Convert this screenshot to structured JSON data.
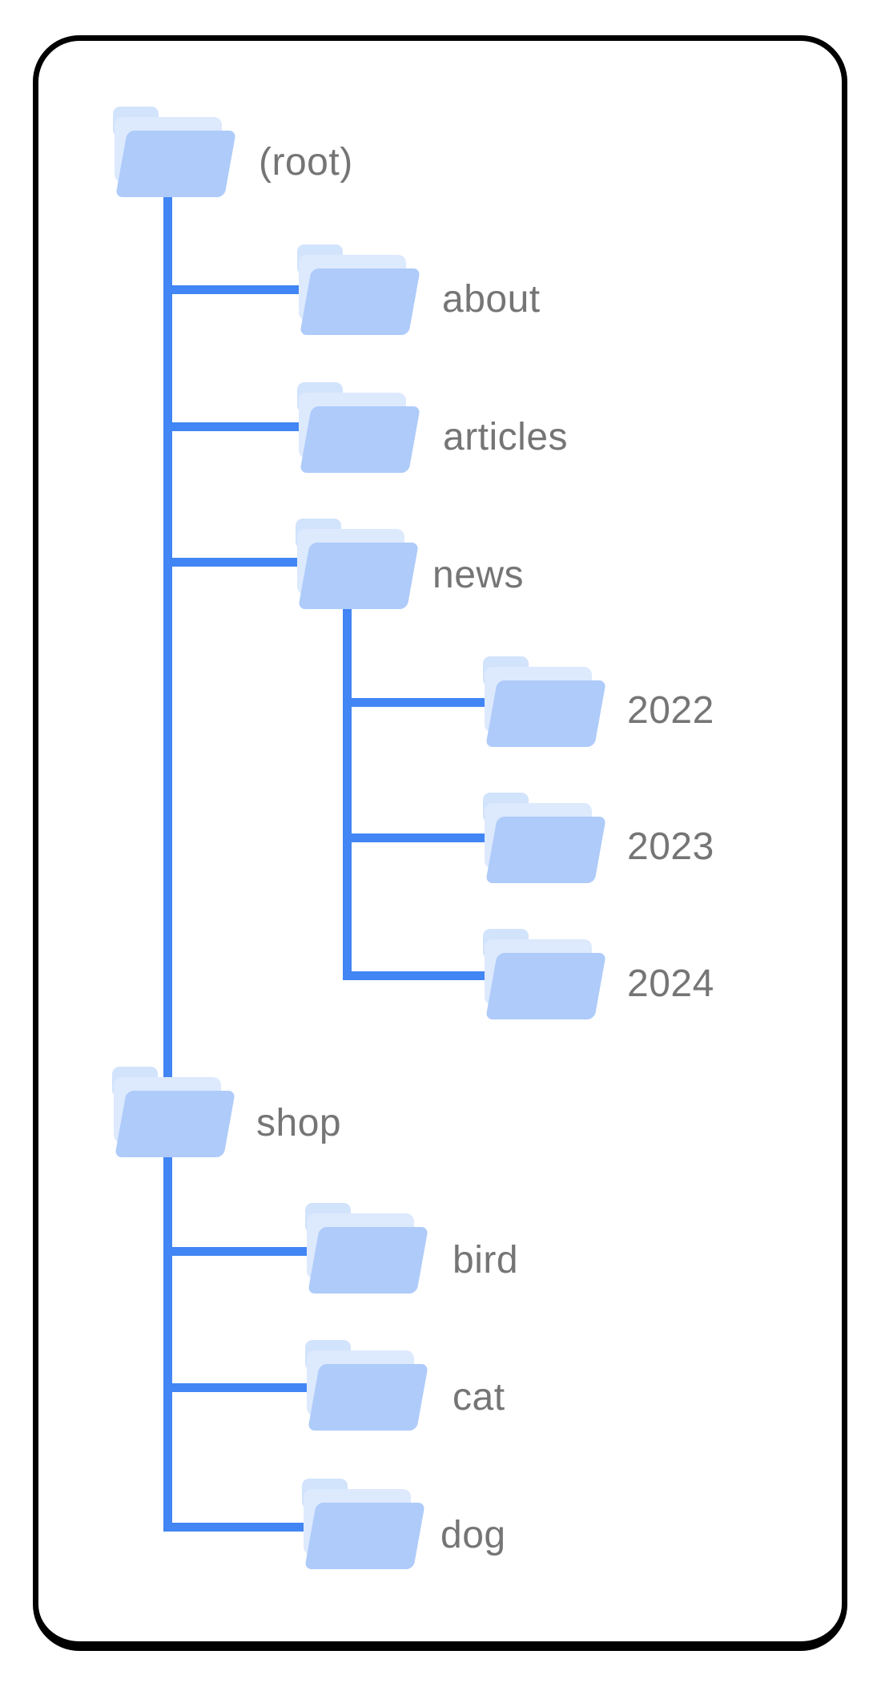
{
  "diagram": {
    "kind": "site-structure-folder-tree",
    "description": "Tree diagram of a website directory structure drawn with folder icons and blue connector lines inside a black rounded-corner card"
  },
  "colors": {
    "background": "#ffffff",
    "line": "#4285f4",
    "folder_front": "#aecbfa",
    "folder_back": "#d2e3fc",
    "folder_sheet": "#dde9fd",
    "label_text": "#757575",
    "card_border": "#000000"
  },
  "tree": {
    "nodes": [
      {
        "id": "root",
        "label": "(root)",
        "parent": null
      },
      {
        "id": "about",
        "label": "about",
        "parent": "root"
      },
      {
        "id": "articles",
        "label": "articles",
        "parent": "root"
      },
      {
        "id": "news",
        "label": "news",
        "parent": "root"
      },
      {
        "id": "y2022",
        "label": "2022",
        "parent": "news"
      },
      {
        "id": "y2023",
        "label": "2023",
        "parent": "news"
      },
      {
        "id": "y2024",
        "label": "2024",
        "parent": "news"
      },
      {
        "id": "shop",
        "label": "shop",
        "parent": "root"
      },
      {
        "id": "bird",
        "label": "bird",
        "parent": "shop"
      },
      {
        "id": "cat",
        "label": "cat",
        "parent": "shop"
      },
      {
        "id": "dog",
        "label": "dog",
        "parent": "shop"
      }
    ]
  }
}
